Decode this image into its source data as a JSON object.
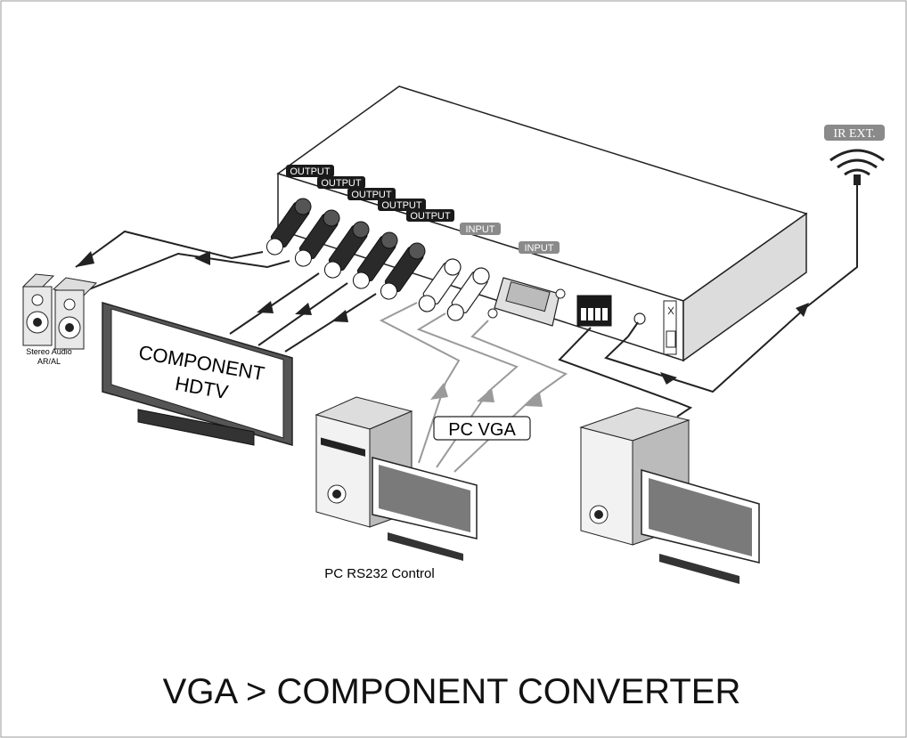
{
  "labels": {
    "output": "OUTPUT",
    "input": "INPUT",
    "ir_ext": "IR EXT.",
    "stereo_audio": "Stereo Audio",
    "ar_al": "AR/AL",
    "tv_line1": "COMPONENT",
    "tv_line2": "HDTV",
    "pc_vga": "PC  VGA",
    "pc_rs232": "PC RS232 Control",
    "title": "VGA > COMPONENT CONVERTER"
  },
  "colors": {
    "dark_label": "#1a1a1a",
    "gray_label": "#8a8a8a",
    "line": "#222222",
    "gray_line": "#9a9a9a",
    "screen": "#7a7a7a"
  }
}
